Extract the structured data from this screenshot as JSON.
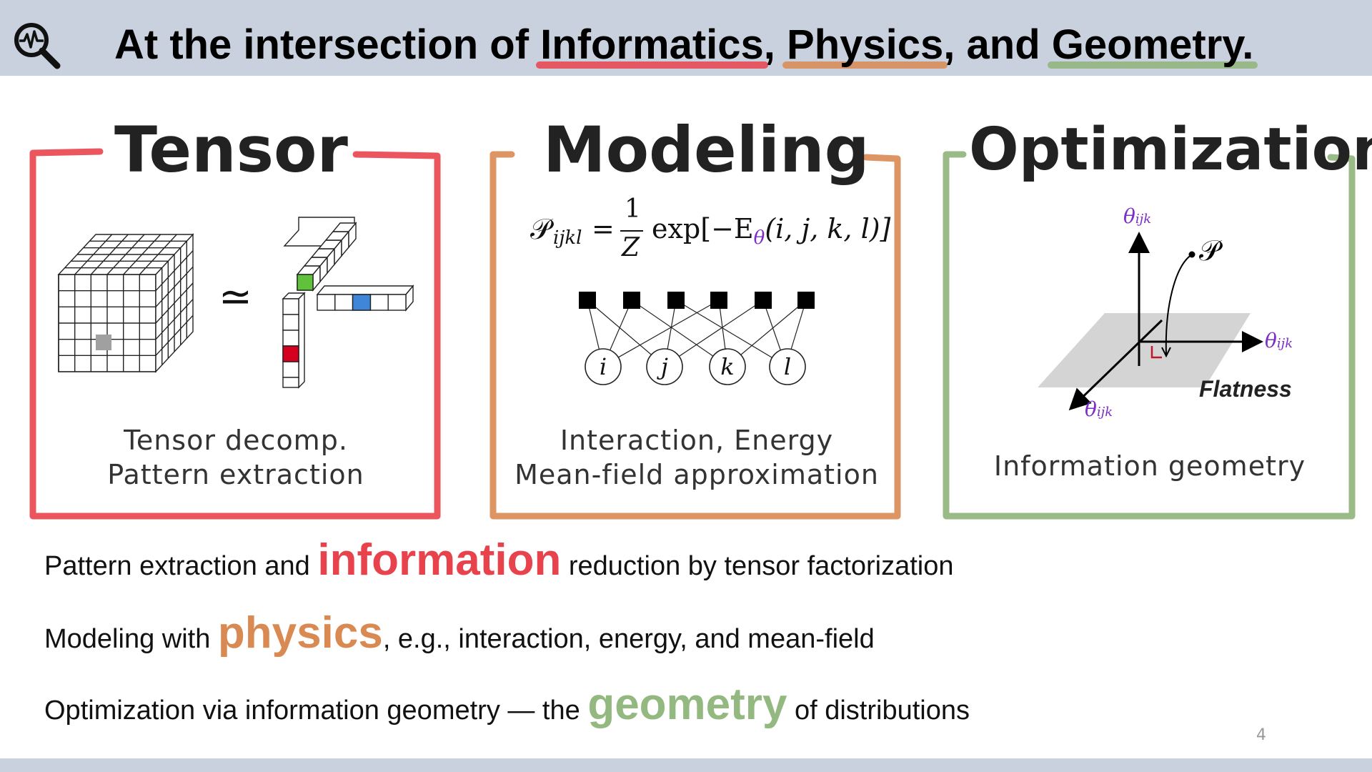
{
  "header": {
    "title_prefix": "At the intersection of ",
    "informatics": "Informatics",
    "sep1": ", ",
    "physics": "Physics",
    "sep2": ", and ",
    "geometry": "Geometry.",
    "icon": "magnifier-pulse-icon"
  },
  "panels": {
    "tensor": {
      "title": "Tensor",
      "caption_line1": "Tensor decomp.",
      "caption_line2": "Pattern extraction",
      "approx_symbol": "≃",
      "frame_color": "#e8434d"
    },
    "modeling": {
      "title": "Modeling",
      "formula_lhs": "𝒫",
      "formula_lhs_sub": "ijkl",
      "formula_eq": "=",
      "formula_num": "1",
      "formula_den": "Z",
      "formula_exp": "exp[−E",
      "formula_theta": "θ",
      "formula_args": "(i, j, k, l)]",
      "nodes": [
        "i",
        "j",
        "k",
        "l"
      ],
      "caption_line1": "Interaction, Energy",
      "caption_line2": "Mean-field approximation",
      "frame_color": "#d98a52"
    },
    "optimization": {
      "title": "Optimization",
      "axis_top": "θ",
      "axis_top_sub": "ijk",
      "axis_right": "θ",
      "axis_right_sub": "ijk",
      "axis_left": "θ",
      "axis_left_sub": "ijk",
      "point_label": "𝒫",
      "plane_label": "Flatness",
      "caption": "Information geometry",
      "frame_color": "#8fb47a"
    }
  },
  "bullets": [
    {
      "before": "Pattern extraction and ",
      "emph": "information",
      "after": " reduction by tensor factorization"
    },
    {
      "before": "Modeling with ",
      "emph": "physics",
      "after": ", e.g., interaction, energy, and mean-field"
    },
    {
      "before": "Optimization via information geometry — the ",
      "emph": "geometry",
      "after": " of distributions"
    }
  ],
  "page_number": "4",
  "colors": {
    "bar": "#c8d1dd",
    "red": "#e8434d",
    "orange": "#d98a52",
    "green": "#8fb47a",
    "cell_gray": "#a0a0a0",
    "cell_green": "#5fc23a",
    "cell_blue": "#3f86d8",
    "cell_red": "#d4001e",
    "purple": "#7d2ec7"
  }
}
